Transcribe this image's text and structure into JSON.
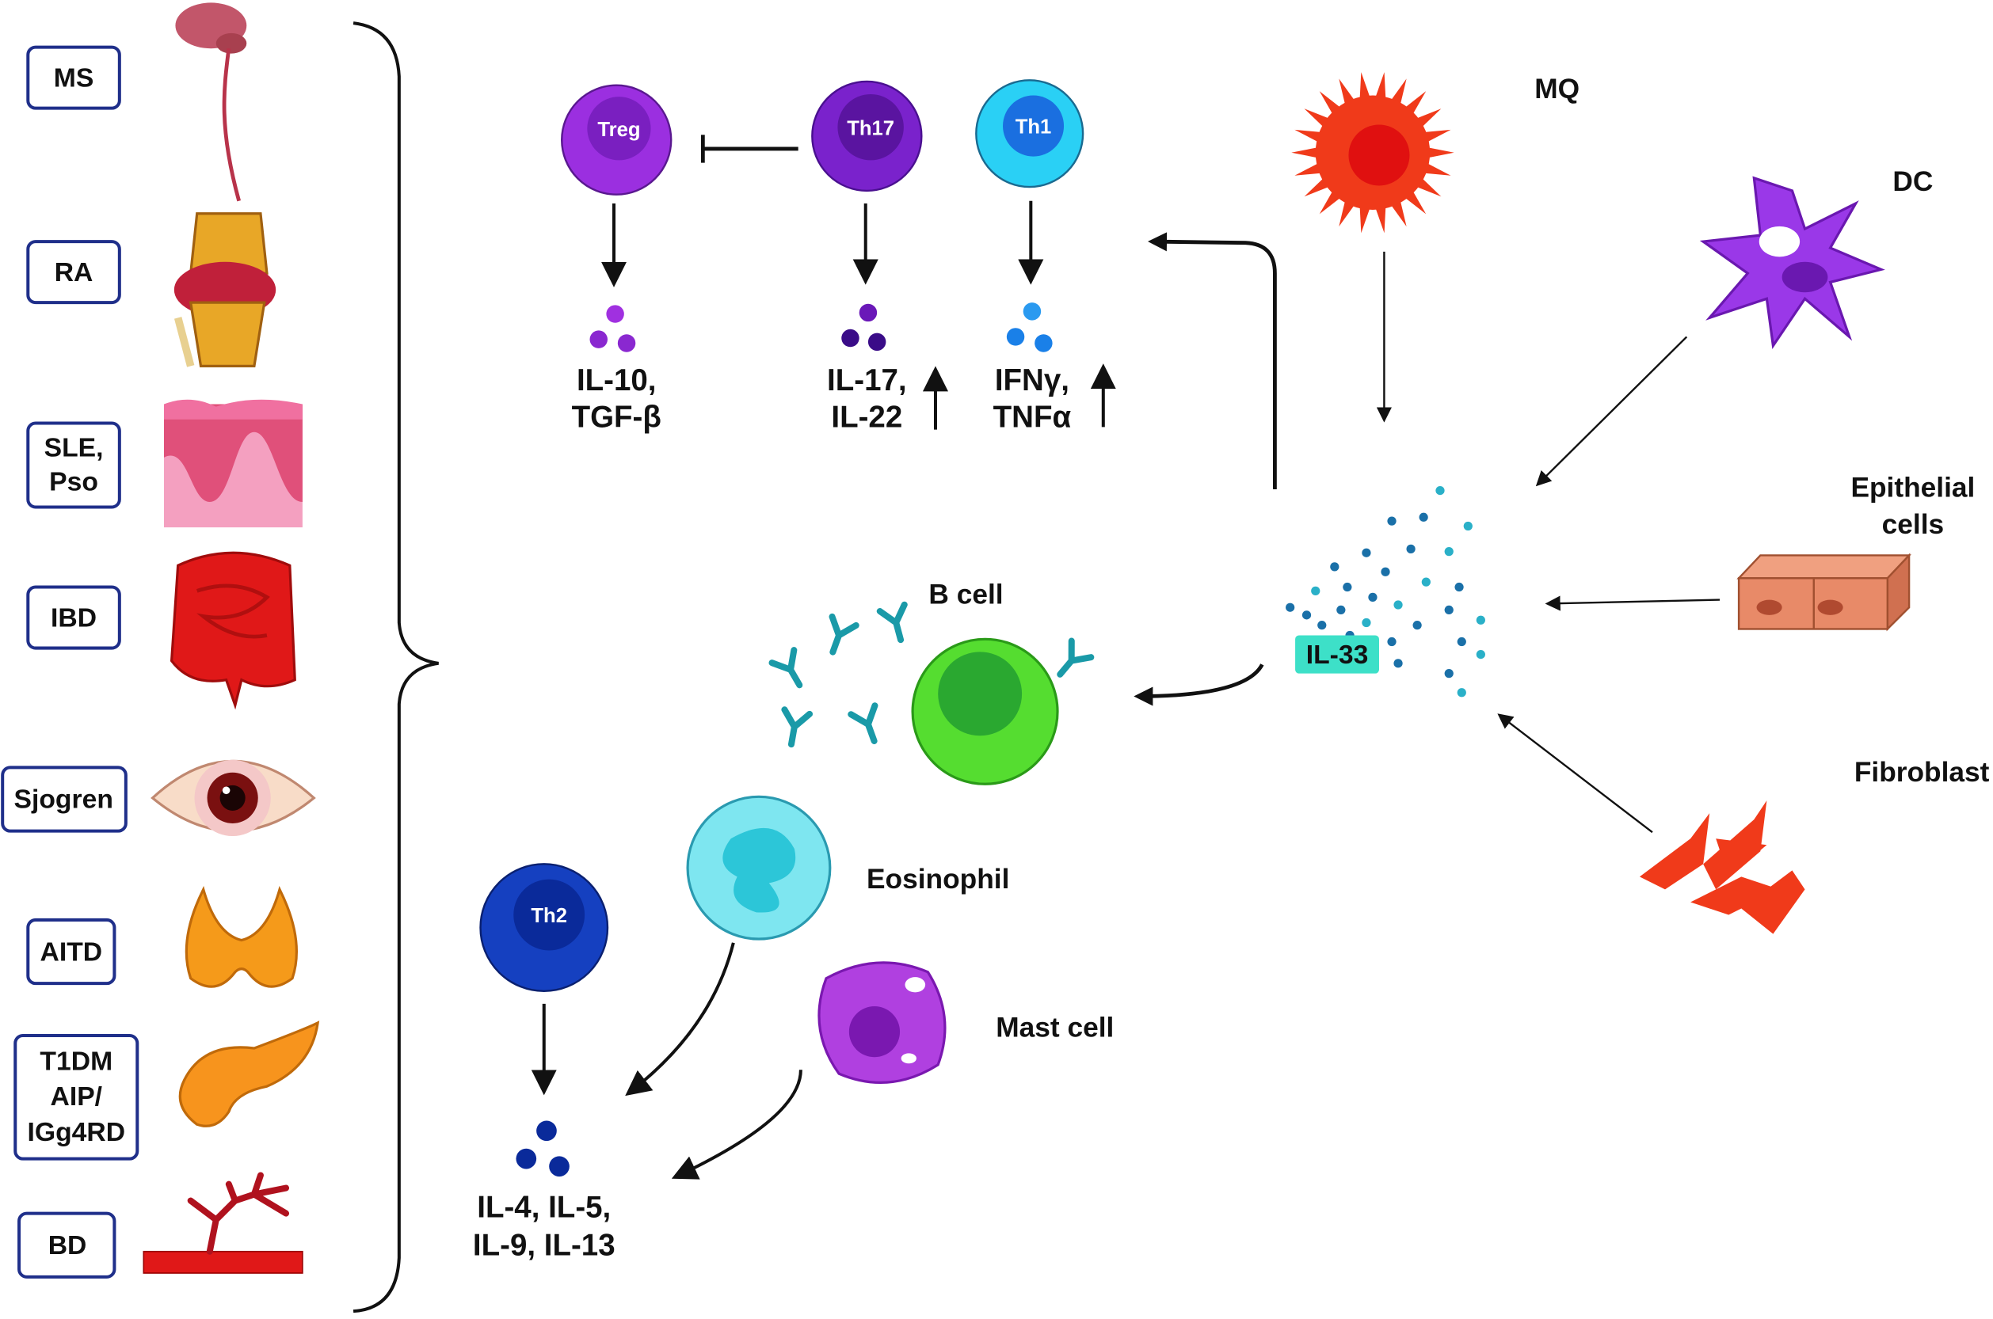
{
  "diseases": [
    {
      "label_lines": [
        "MS"
      ],
      "icon": "brain-spinal-cord-icon"
    },
    {
      "label_lines": [
        "RA"
      ],
      "icon": "knee-joint-icon"
    },
    {
      "label_lines": [
        "SLE,",
        "Pso"
      ],
      "icon": "skin-icon"
    },
    {
      "label_lines": [
        "IBD"
      ],
      "icon": "intestine-icon"
    },
    {
      "label_lines": [
        "Sjogren"
      ],
      "icon": "eye-icon"
    },
    {
      "label_lines": [
        "AITD"
      ],
      "icon": "thyroid-icon"
    },
    {
      "label_lines": [
        "T1DM",
        "AIP/",
        "IGg4RD"
      ],
      "icon": "pancreas-icon"
    },
    {
      "label_lines": [
        "BD"
      ],
      "icon": "blood-vessel-icon"
    }
  ],
  "t_cells": {
    "treg": {
      "label": "Treg",
      "cytokines": [
        "IL-10,",
        "TGF-β"
      ],
      "color": "#9b2fe0"
    },
    "th17": {
      "label": "Th17",
      "cytokines": [
        "IL-17,",
        "IL-22"
      ],
      "increased": true,
      "color": "#7a22cc"
    },
    "th1": {
      "label": "Th1",
      "cytokines": [
        "IFNγ,",
        "TNFα"
      ],
      "increased": true,
      "color": "#2ad0f5"
    },
    "th2": {
      "label": "Th2",
      "cytokines": [
        "IL-4, IL-5,",
        "IL-9, IL-13"
      ],
      "color": "#1540c0"
    }
  },
  "sources": {
    "mq": "MQ",
    "dc": "DC",
    "epithelial": [
      "Epithelial",
      "cells"
    ],
    "fibroblast": "Fibroblast"
  },
  "il33": {
    "label": "IL-33",
    "color": "#3de0c8"
  },
  "effectors": {
    "b_cell": "B cell",
    "eosinophil": "Eosinophil",
    "mast_cell": "Mast cell"
  }
}
